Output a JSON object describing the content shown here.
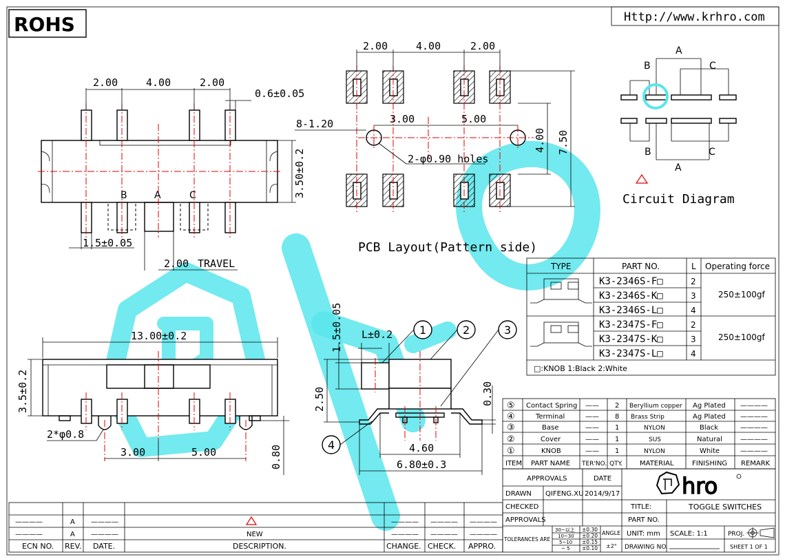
{
  "header": {
    "rohs": "ROHS",
    "website": "Http://www.krhro.com"
  },
  "side_view": {
    "dim_a": "2.00",
    "dim_b": "4.00",
    "dim_c": "2.00",
    "pin_width": "0.6±0.05",
    "height": "3.50±0.2",
    "pin_b": "B",
    "pin_a": "A",
    "pin_c": "C",
    "pin_offset": "1.5±0.05",
    "travel_value": "2.00",
    "travel_label": "TRAVEL"
  },
  "pcb": {
    "dim_a": "2.00",
    "dim_b": "4.00",
    "dim_c": "2.00",
    "slot": "8-1.20",
    "hole_pitch_a": "3.00",
    "hole_pitch_b": "5.00",
    "holes": "2-φ0.90 holes",
    "row_pitch": "4.00",
    "overall": "7.50",
    "caption": "PCB Layout(Pattern side)"
  },
  "circuit": {
    "a_top": "A",
    "b_top": "B",
    "c_top": "C",
    "b_bottom": "B",
    "c_bottom": "C",
    "a_bottom": "A",
    "caption": "Circuit Diagram"
  },
  "bottom_view": {
    "length": "13.00±0.2",
    "height": "3.5±0.2",
    "peg": "2*φ0.8",
    "pitch_a": "3.00",
    "pitch_b": "5.00",
    "standoff": "0.80"
  },
  "end_view": {
    "knob_len": "L±0.2",
    "knob_height": "1.5±0.05",
    "body_height": "2.50",
    "lead_thk": "0.30",
    "pin_span": "4.60",
    "lead_span": "6.80±0.3",
    "callouts": [
      "1",
      "2",
      "3",
      "4"
    ]
  },
  "types_table": {
    "headers": [
      "TYPE",
      "PART NO.",
      "L",
      "Operating force"
    ],
    "group1": {
      "rows": [
        {
          "part": "K3-2346S-F□",
          "l": "2"
        },
        {
          "part": "K3-2346S-K□",
          "l": "3"
        },
        {
          "part": "K3-2346S-L□",
          "l": "4"
        }
      ],
      "force": "250±100gf"
    },
    "group2": {
      "rows": [
        {
          "part": "K3-2347S-F□",
          "l": "2"
        },
        {
          "part": "K3-2347S-K□",
          "l": "3"
        },
        {
          "part": "K3-2347S-L□",
          "l": "4"
        }
      ],
      "force": "250±100gf"
    },
    "note": "□:KNOB   1:Black  2:White"
  },
  "bom": {
    "headers": [
      "ITEM",
      "PART NAME",
      "TER'NO.",
      "QTY.",
      "MATERIAL",
      "FINISHING",
      "REMARK"
    ],
    "rows": [
      {
        "item": "⑤",
        "name": "Contact Spring",
        "ter": "——",
        "qty": "2",
        "material": "Beryllium copper",
        "finish": "Ag Plated",
        "remark": "————"
      },
      {
        "item": "④",
        "name": "Terminal",
        "ter": "——",
        "qty": "8",
        "material": "Brass Strip",
        "finish": "Ag Plated",
        "remark": "————"
      },
      {
        "item": "③",
        "name": "Base",
        "ter": "——",
        "qty": "1",
        "material": "NYLON",
        "finish": "Black",
        "remark": "————"
      },
      {
        "item": "②",
        "name": "Cover",
        "ter": "——",
        "qty": "1",
        "material": "SUS",
        "finish": "Natural",
        "remark": "————"
      },
      {
        "item": "①",
        "name": "KNOB",
        "ter": "——",
        "qty": "1",
        "material": "NYLON",
        "finish": "White",
        "remark": "————"
      }
    ]
  },
  "title_block": {
    "approvals": "APPROVALS",
    "date": "DATE",
    "drawn": "DRAWN",
    "drawn_by": "QIFENG.XU",
    "drawn_date": "2014/9/17",
    "checked": "CHECKED",
    "approvals2": "APPROVALS",
    "title_label": "TITLE:",
    "title_value": "TOGGLE SWITCHES",
    "part_no": "PART NO.",
    "tolerances": "TOLERANCES ARE",
    "tol_ranges": [
      "30~以上",
      "10~30",
      "5~10",
      "~ 5"
    ],
    "tol_values": [
      "±0.30",
      "±0.20",
      "±0.15",
      "±0.10"
    ],
    "angle": "ANGLE",
    "angle_val": "±2°",
    "unit": "UNIT: mm",
    "scale": "SCALE:  1:1",
    "proj": "PROJ.",
    "drawing_no": "DRAWING NO.",
    "sheet": "SHEET  1 OF 1",
    "logo": "hro"
  },
  "revision": {
    "headers": [
      "ECN NO.",
      "REV.",
      "DATE.",
      "DESCRIPTION.",
      "CHANGE.",
      "CHECK.",
      "APPRO."
    ],
    "row1_rev": "A",
    "row2_rev": "A",
    "row2_desc": "NEW",
    "blank": "————"
  }
}
